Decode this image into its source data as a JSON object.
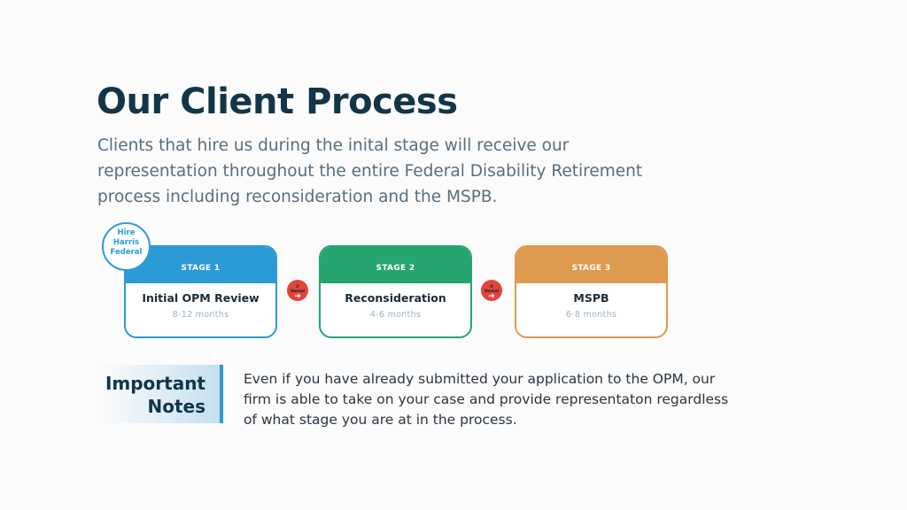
{
  "title": "Our Client Process",
  "intro": "Clients that hire us during the inital stage will receive our representation throughout the entire Federal Disability Retirement process including reconsideration and the MSPB.",
  "badge": {
    "line1": "Hire",
    "line2": "Harris",
    "line3": "Federal"
  },
  "stages": [
    {
      "label": "STAGE 1",
      "name": "Initial OPM Review",
      "duration": "8-12 months",
      "color": "#2b9bd6"
    },
    {
      "label": "STAGE 2",
      "name": "Reconsideration",
      "duration": "4-6 months",
      "color": "#25a56f"
    },
    {
      "label": "STAGE 3",
      "name": "MSPB",
      "duration": "6-8 months",
      "color": "#de9a4e"
    }
  ],
  "denied": {
    "line1": "If",
    "line2": "Denied",
    "arrow": "➔"
  },
  "notes": {
    "line1": "Important",
    "line2": "Notes",
    "text": "Even if you have already submitted your application to the OPM, our firm is able to take on your case and provide representaton regardless of what stage you are at in the process."
  }
}
